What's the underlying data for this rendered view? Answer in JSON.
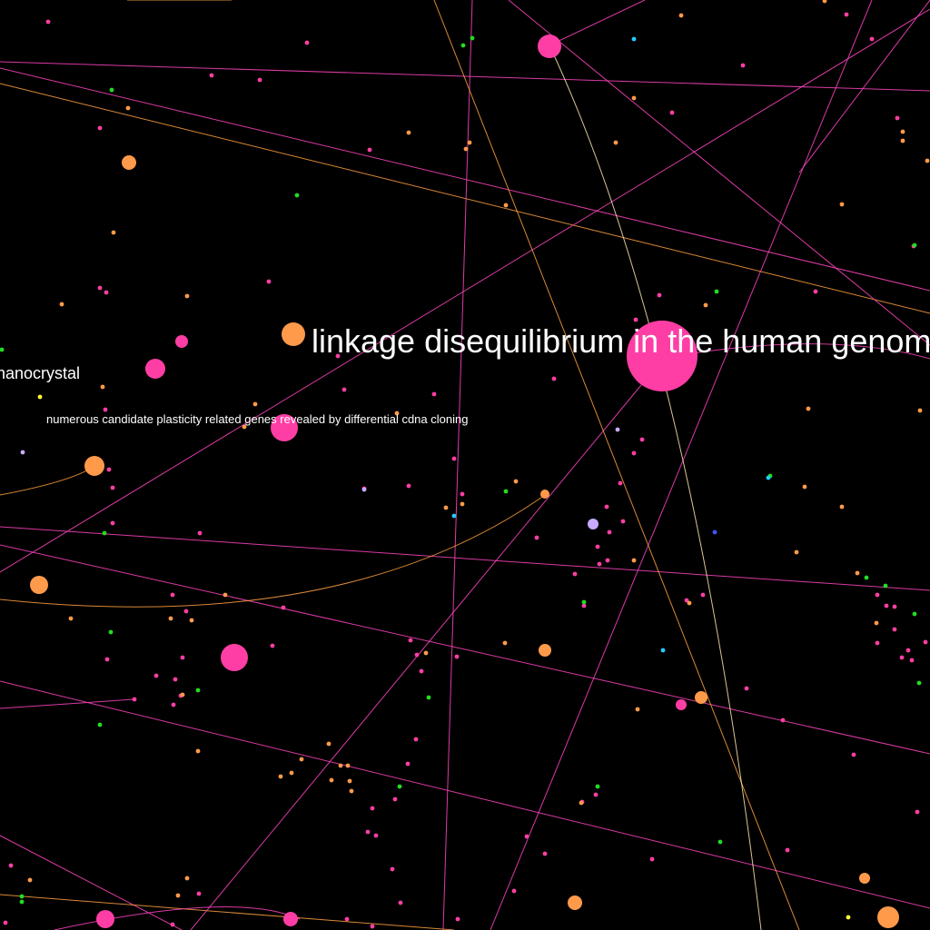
{
  "graph": {
    "background": "#000000",
    "palette": {
      "pink": "#ff3ea5",
      "orange": "#ff9a4a",
      "lavender": "#c8aaff",
      "green": "#22dd22",
      "cyan": "#22ccff",
      "yellow": "#ffff33",
      "blue": "#4455ff",
      "edge_pink": "#ff44c0",
      "edge_orange": "#ffa040",
      "edge_pale": "#ffe8b0"
    },
    "labels": [
      {
        "id": "linkage",
        "text": "linkage disequilibrium in the human genome"
      },
      {
        "id": "nanocrystal",
        "text": "nanocrystal"
      },
      {
        "id": "plasticity",
        "text": "numerous candidate plasticity related genes revealed by differential cdna cloning"
      }
    ]
  }
}
